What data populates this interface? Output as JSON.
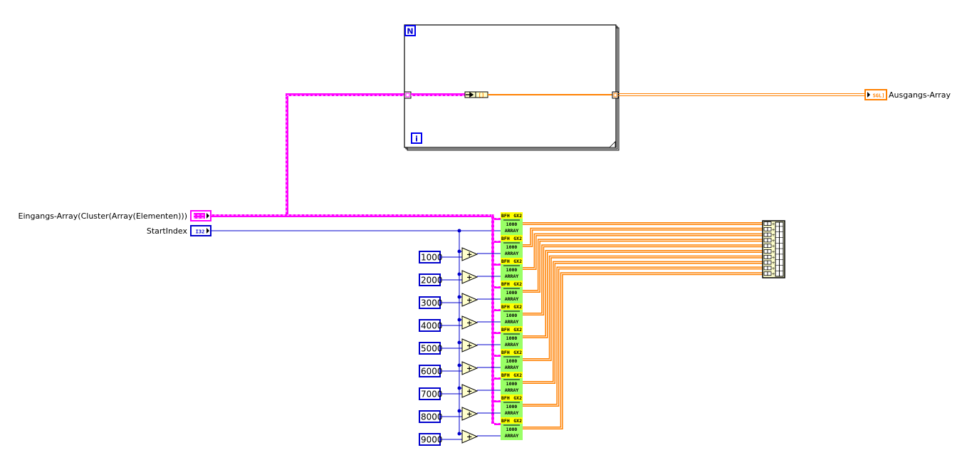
{
  "diagram": {
    "for_loop": {
      "count_terminal": "N",
      "iteration_terminal": "i",
      "input_tunnel": "[]",
      "output_tunnel": "[]",
      "node_out_label": "[]"
    },
    "controls": [
      {
        "label": "Eingangs-Array(Cluster(Array(Elementen)))",
        "terminal": "[?]",
        "color": "#ff00ff"
      },
      {
        "label": "StartIndex",
        "terminal": "I32",
        "color": "#0000cc"
      }
    ],
    "indicator": {
      "label": "Ausgangs-Array",
      "terminal": "SGL]",
      "color": "#ff8000"
    },
    "constants": [
      "1000",
      "2000",
      "3000",
      "4000",
      "5000",
      "6000",
      "7000",
      "8000",
      "9000"
    ],
    "add_symbol": "+",
    "subvi": {
      "header_left": "BFH",
      "header_right": "GX2",
      "line1": "1000",
      "line2": "ARRAY",
      "count": 10
    },
    "build_array": {
      "inputs": 10,
      "input_glyph": "□□+"
    },
    "colors": {
      "cluster_wire": "#ff00ff",
      "int_wire": "#0000cc",
      "array_wire": "#ff8000",
      "subvi_bg": "#99ff66",
      "subvi_header": "#ffff00",
      "add_bg": "#ffffcc"
    }
  }
}
